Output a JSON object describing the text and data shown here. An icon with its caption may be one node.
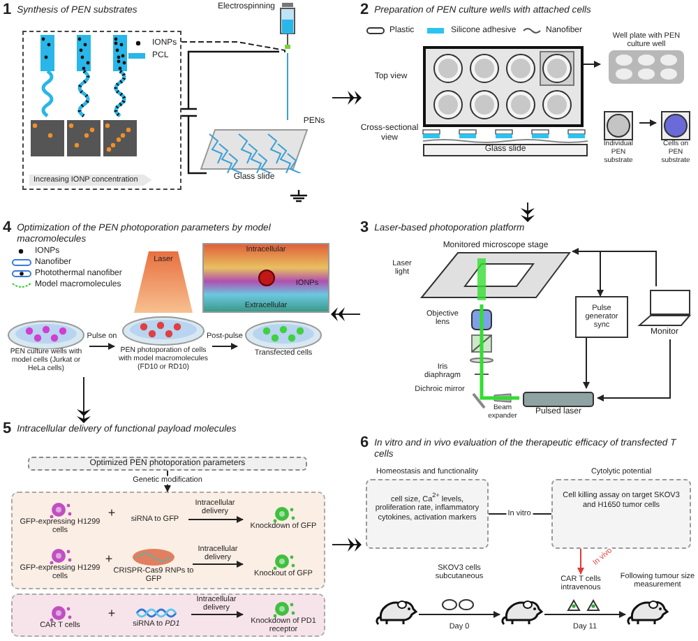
{
  "diagram": {
    "nodes": [
      {
        "text": [
          "1",
          "Synthesis of PEN substrates"
        ]
      },
      {
        "text": [
          "Increasing IONP concentration"
        ],
        "in": 0
      },
      {
        "text": [
          "Electrospinning"
        ],
        "in": 0
      },
      {
        "text": [
          "Glass slide"
        ],
        "in": 0
      },
      {
        "text": [
          "2",
          "Preparation of PEN culture wells with attached cells"
        ]
      },
      {
        "text": [],
        "shape": "picture",
        "in": 4
      },
      {
        "text": [
          "Glass slide"
        ],
        "in": 4
      },
      {
        "text": [
          "Well plate with PEN culture well"
        ],
        "in": 4
      },
      {
        "text": [
          "Individual PEN substrate"
        ],
        "in": 4
      },
      {
        "text": [
          "Cells on PEN substrate"
        ],
        "in": 4
      },
      {
        "text": [
          "3",
          "Laser-based photoporation platform"
        ]
      },
      {
        "text": [
          "Monitored microscope stage"
        ],
        "in": 10
      },
      {
        "text": [
          "Pulse generator sync"
        ],
        "in": 10
      },
      {
        "text": [
          "Monitor"
        ],
        "in": 10
      },
      {
        "text": [
          "Pulsed laser"
        ],
        "in": 10
      },
      {
        "text": [
          "4",
          "Optimization of the PEN photoporation parameters by model macromolecules"
        ]
      },
      {
        "text": [
          "Intracellular",
          "Extracellular"
        ],
        "in": 15
      },
      {
        "text": [
          "Laser"
        ],
        "in": 15
      },
      {
        "text": [
          "PEN culture wells with model cells (Jurkat or HeLa cells)"
        ],
        "in": 15
      },
      {
        "text": [
          "PEN photoporation of cells with model macromolecules (FD10 or RD10)"
        ],
        "in": 15
      },
      {
        "text": [
          "Transfected cells"
        ],
        "in": 15
      },
      {
        "text": [
          "5",
          "Intracellular delivery of functional payload molecules"
        ]
      },
      {
        "text": [
          "Optimized PEN photoporation parameters"
        ],
        "in": 21
      },
      {
        "text": [],
        "shape": "box",
        "in": 21
      },
      {
        "text": [
          "GFP-expressing H1299 cells"
        ],
        "in": 23
      },
      {
        "text": [
          "siRNA to GFP"
        ],
        "in": 23
      },
      {
        "text": [
          "Knockdown of GFP"
        ],
        "in": 23
      },
      {
        "text": [
          "GFP-expressing H1299 cells"
        ],
        "in": 23
      },
      {
        "text": [
          "CRISPR-Cas9 RNPs to GFP"
        ],
        "in": 23
      },
      {
        "text": [
          "Knockout of GFP"
        ],
        "in": 23
      },
      {
        "text": [],
        "shape": "box",
        "in": 21
      },
      {
        "text": [
          "CAR T cells"
        ],
        "in": 30
      },
      {
        "text": [
          "siRNA to *PD1*"
        ],
        "in": 30
      },
      {
        "text": [
          "Knockdown of PD1 receptor"
        ],
        "in": 30
      },
      {
        "text": [
          "6",
          "In vitro and in vivo evaluation of the therapeutic efficacy of transfected T cells"
        ]
      },
      {
        "text": [
          "Homeostasis and functionality",
          "cell size, Ca$^{2+}$ levels, proliferation rate, inflammatory cytokines, activation markers"
        ],
        "in": 34
      },
      {
        "text": [
          "Cytolytic potential",
          "Cell killing assay on target SKOV3 and H1650 tumor cells"
        ],
        "in": 34
      },
      {
        "text": [],
        "shape": "picture",
        "in": 34
      },
      {
        "text": [],
        "shape": "picture",
        "in": 34
      },
      {
        "text": [],
        "shape": "picture",
        "in": 34
      },
      {
        "text": [
          "CAR T cells intravenous"
        ],
        "in": 34
      }
    ],
    "edges": [
      {
        "from": 0,
        "to": 4,
        "arrow": "to"
      },
      {
        "from": 4,
        "to": 10,
        "arrow": "to"
      },
      {
        "from": 10,
        "to": 15,
        "arrow": "to"
      },
      {
        "from": 15,
        "to": 21,
        "arrow": "to"
      },
      {
        "from": 21,
        "to": 34,
        "arrow": "to"
      },
      {
        "from": 5,
        "to": 7,
        "arrow": "to"
      },
      {
        "from": 8,
        "to": 9,
        "arrow": "to"
      },
      {
        "from": 13,
        "to": 11,
        "arrow": "to"
      },
      {
        "from": 13,
        "to": 12,
        "arrow": "to"
      },
      {
        "from": 12,
        "to": 14,
        "arrow": "to"
      },
      {
        "from": 13,
        "to": 14,
        "arrow": "to"
      },
      {
        "from": 14,
        "to": 11,
        "arrow": "none",
        "style": "thick",
        "color": "#33dd33"
      },
      {
        "from": 18,
        "to": 19,
        "arrow": "to",
        "label": "Pulse on"
      },
      {
        "from": 19,
        "to": 20,
        "arrow": "to",
        "label": "Post-pulse"
      },
      {
        "from": 22,
        "to": 23,
        "arrow": "to",
        "label": "Genetic modification"
      },
      {
        "from": 25,
        "to": 26,
        "arrow": "to",
        "label": "Intracellular delivery"
      },
      {
        "from": 28,
        "to": 29,
        "arrow": "to",
        "label": "Intracellular delivery"
      },
      {
        "from": 32,
        "to": 33,
        "arrow": "to",
        "label": "Intracellular delivery"
      },
      {
        "from": 35,
        "to": 36,
        "arrow": "none",
        "label": "In vitro"
      },
      {
        "from": 36,
        "to": 40,
        "arrow": "to",
        "label": "In vivo",
        "color": "#e53935"
      },
      {
        "from": 37,
        "to": 38,
        "arrow": "to",
        "label": "Day 0"
      },
      {
        "from": 38,
        "to": 39,
        "arrow": "to",
        "label": "Day 11"
      },
      {
        "from": 1,
        "to": 2,
        "arrow": "none",
        "style": "dashed"
      },
      {
        "from": 2,
        "to": 3,
        "arrow": "none",
        "color": "#3aa0d8"
      }
    ],
    "labels": [
      "PENs",
      "Top view",
      "Cross-sectional view",
      "Laser light",
      "Objective lens",
      "Iris diaphragm",
      "Dichroic mirror",
      "Beam expander",
      "IONPs",
      "+",
      "+",
      "+",
      "SKOV3 cells subcutaneous",
      "Following tumour size measurement"
    ],
    "legend": [
      {
        "text": "IONPs"
      },
      {
        "text": "PCL",
        "color": "#29b6e8"
      },
      {
        "text": "Plastic"
      },
      {
        "text": "Silicone adhesive",
        "color": "#29c5f0"
      },
      {
        "text": "Nanofiber"
      },
      {
        "text": "IONPs"
      },
      {
        "text": "Nanofiber"
      },
      {
        "text": "Photothermal nanofiber"
      },
      {
        "text": "Model macromolecules"
      }
    ]
  }
}
